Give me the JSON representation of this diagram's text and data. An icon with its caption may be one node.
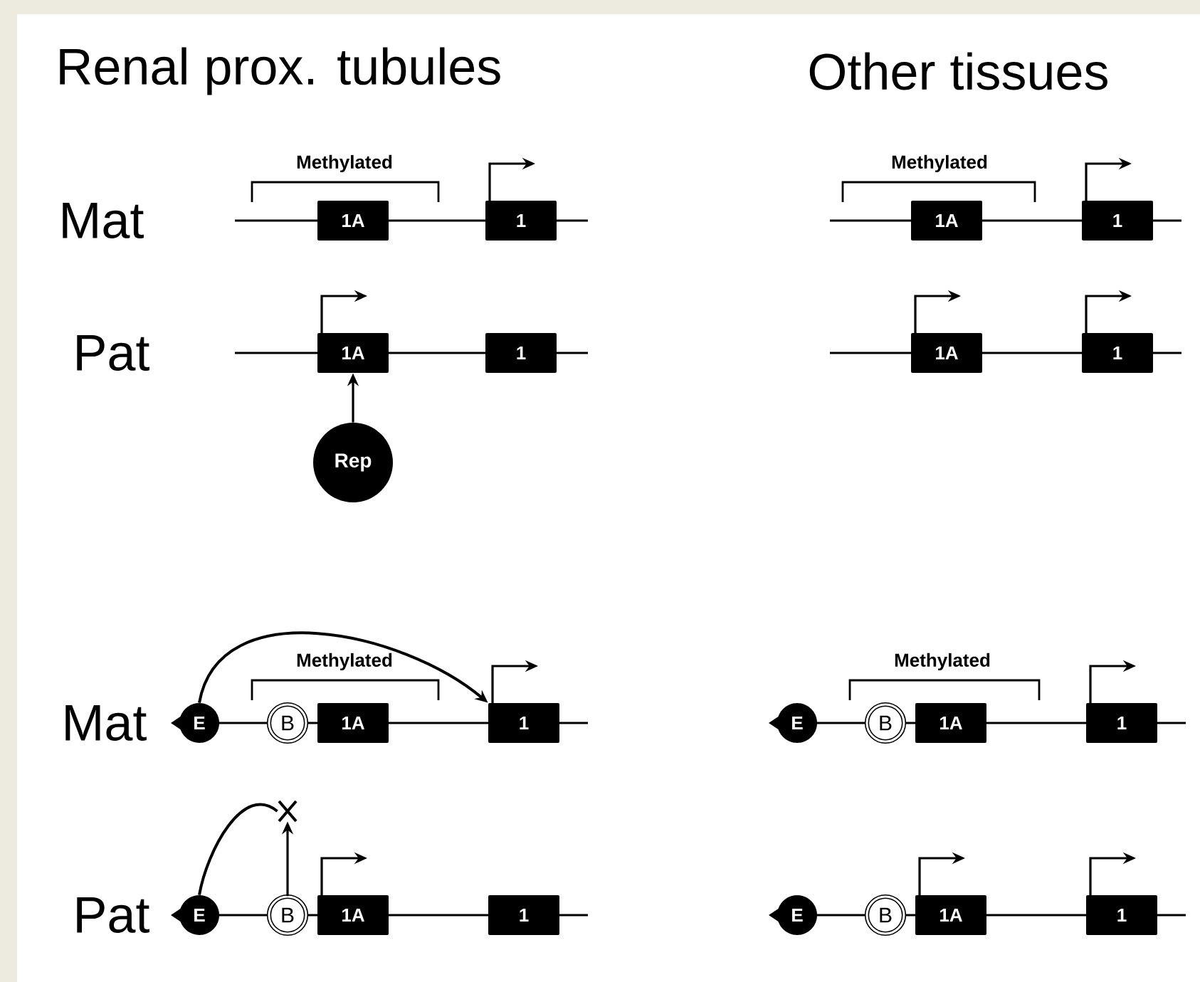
{
  "diagram": {
    "nodes": [
      {
        "text": [
          "1A"
        ]
      },
      {
        "text": [
          "1"
        ]
      },
      {
        "text": [
          "1A"
        ]
      },
      {
        "text": [
          "1"
        ]
      },
      {
        "text": [
          "Rep"
        ]
      },
      {
        "text": [
          "1A"
        ]
      },
      {
        "text": [
          "1"
        ]
      },
      {
        "text": [
          "1A"
        ]
      },
      {
        "text": [
          "1"
        ]
      },
      {
        "text": [
          "E"
        ]
      },
      {
        "text": [
          "B"
        ]
      },
      {
        "text": [
          "1A"
        ]
      },
      {
        "text": [
          "1"
        ]
      },
      {
        "text": [],
        "shape": "cross"
      },
      {
        "text": [
          "E"
        ]
      },
      {
        "text": [
          "B"
        ]
      },
      {
        "text": [
          "1A"
        ]
      },
      {
        "text": [
          "1"
        ]
      },
      {
        "text": [
          "E"
        ]
      },
      {
        "text": [
          "B"
        ]
      },
      {
        "text": [
          "1A"
        ]
      },
      {
        "text": [
          "1"
        ]
      },
      {
        "text": [
          "E"
        ]
      },
      {
        "text": [
          "B"
        ]
      },
      {
        "text": [
          "1A"
        ]
      },
      {
        "text": [
          "1"
        ]
      }
    ],
    "edges": [
      {
        "from": 4,
        "to": 2,
        "arrow": "to"
      },
      {
        "from": 9,
        "to": 12,
        "arrow": "to"
      },
      {
        "from": 14,
        "to": 13,
        "arrow": "none"
      },
      {
        "from": 15,
        "to": 13,
        "arrow": "to"
      }
    ],
    "labels": [
      "Renal prox. tubules",
      "Other tissues",
      "Methylated",
      "Methylated",
      "Mat",
      "Pat",
      "Methylated",
      "Methylated",
      "Mat",
      "Pat"
    ]
  }
}
